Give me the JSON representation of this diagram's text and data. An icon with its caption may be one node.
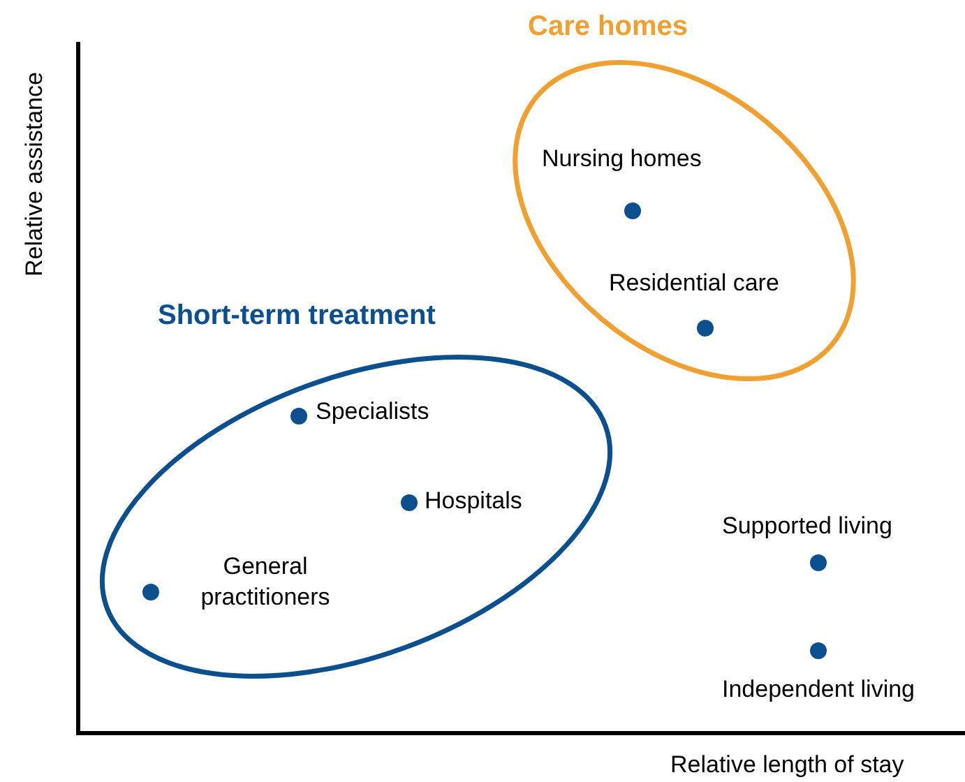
{
  "diagram": {
    "nodes": [
      {
        "text": [
          "Care homes"
        ]
      },
      {
        "text": [
          "Nursing homes"
        ],
        "in": 0
      },
      {
        "text": [
          "Residential care"
        ],
        "in": 0
      },
      {
        "text": [
          "Short-term treatment"
        ]
      },
      {
        "text": [
          "Specialists"
        ],
        "in": 3
      },
      {
        "text": [
          "Hospitals"
        ],
        "in": 3
      },
      {
        "text": [
          "General practitioners"
        ],
        "in": 3
      },
      {
        "text": [
          "Supported living"
        ]
      },
      {
        "text": [
          "Independent living"
        ]
      }
    ],
    "edges": [],
    "labels": [
      "Relative assistance",
      "Relative length of stay"
    ]
  }
}
